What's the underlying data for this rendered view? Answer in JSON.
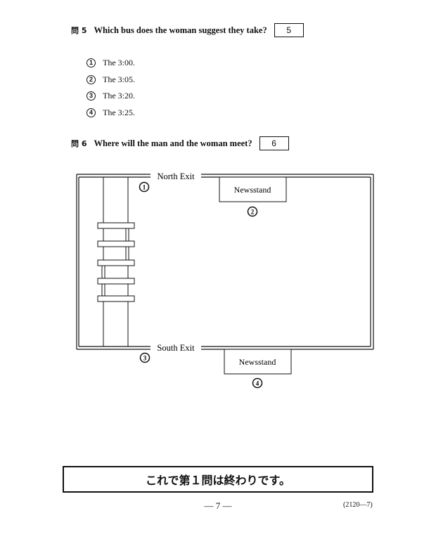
{
  "q5": {
    "label": "問 5",
    "question": "Which bus does the woman suggest they take?",
    "answer_number": "5",
    "options": [
      {
        "marker": "1",
        "text": "The 3:00."
      },
      {
        "marker": "2",
        "text": "The 3:05."
      },
      {
        "marker": "3",
        "text": "The 3:20."
      },
      {
        "marker": "4",
        "text": "The 3:25."
      }
    ]
  },
  "q6": {
    "label": "問 6",
    "question": "Where will the man and the woman meet?",
    "answer_number": "6"
  },
  "map": {
    "north_exit": "North Exit",
    "south_exit": "South Exit",
    "newsstand_top": "Newsstand",
    "newsstand_bottom": "Newsstand",
    "marker_1": "1",
    "marker_2": "2",
    "marker_3": "3",
    "marker_4": "4"
  },
  "footer": {
    "end_message": "これで第１問は終わりです。",
    "page_number": "— 7 —",
    "page_code": "(2120—7)"
  }
}
